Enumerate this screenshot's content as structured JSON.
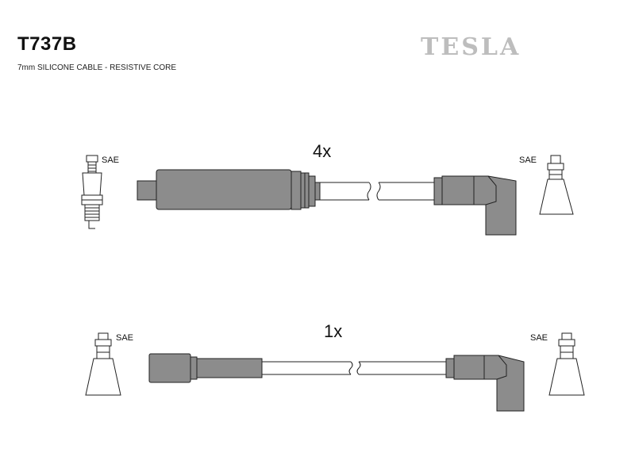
{
  "header": {
    "part_code": "T737B",
    "description": "7mm SILICONE CABLE - RESISTIVE CORE",
    "brand": "TESLA"
  },
  "cables": [
    {
      "quantity": "4x",
      "left_label": "SAE",
      "right_label": "SAE"
    },
    {
      "quantity": "1x",
      "left_label": "SAE",
      "right_label": "SAE"
    }
  ],
  "colors": {
    "boot_fill": "#8c8c8c",
    "line": "#222222",
    "brand": "#bdbdbd"
  }
}
